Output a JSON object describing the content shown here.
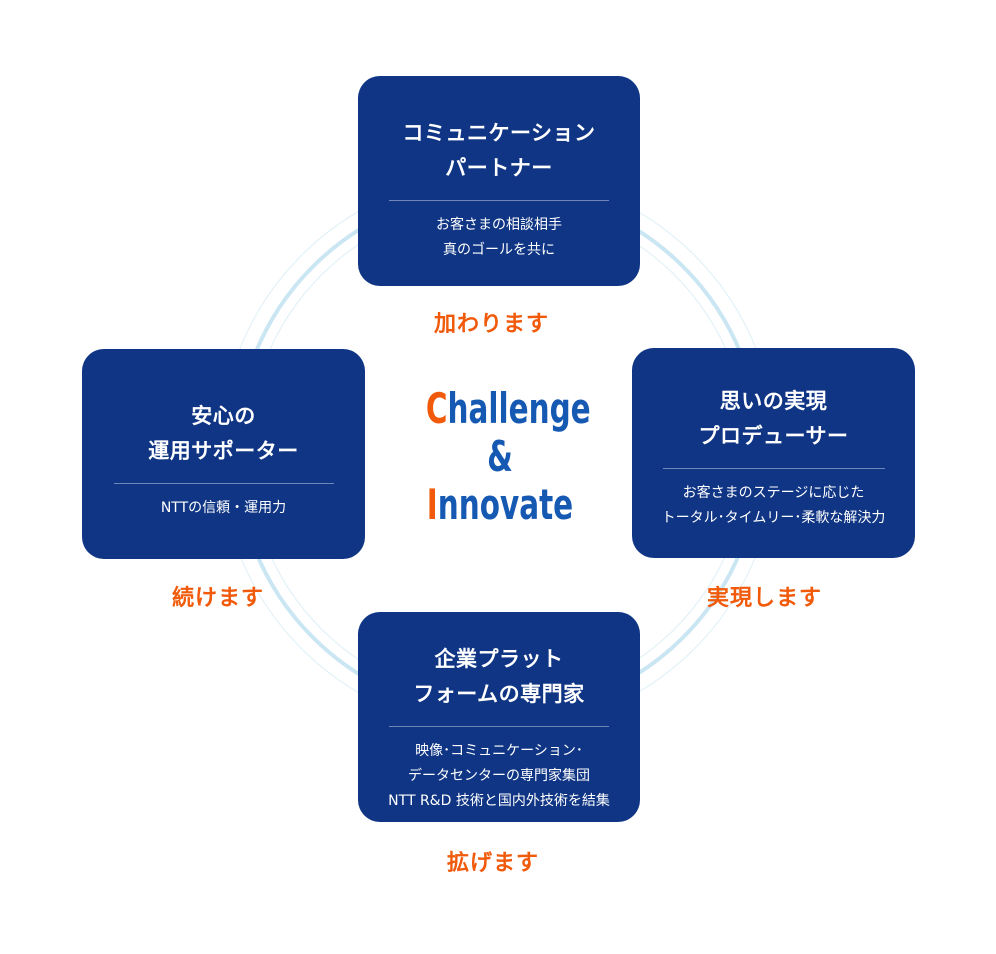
{
  "center": {
    "line1_initial": "C",
    "line1_rest": "hallenge",
    "line2": "&",
    "line3_initial": "I",
    "line3_rest": "nnovate"
  },
  "cards": {
    "top": {
      "title": "コミュニケーション\nパートナー",
      "description": "お客さまの相談相手\n真のゴールを共に",
      "verb": "加わります"
    },
    "left": {
      "title": "安心の\n運用サポーター",
      "description": "NTTの信頼・運用力",
      "verb": "続けます"
    },
    "right": {
      "title": "思いの実現\nプロデューサー",
      "description": "お客さまのステージに応じた\nトータル･タイムリー･柔軟な解決力",
      "verb": "実現します"
    },
    "bottom": {
      "title": "企業プラット\nフォームの専門家",
      "description": "映像･コミュニケーション･\nデータセンターの専門家集団\nNTT R&D 技術と国内外技術を結集",
      "verb": "拡げます"
    }
  },
  "colors": {
    "card_background": "#0f3584",
    "accent_orange": "#f05a0a",
    "center_blue": "#1559b3",
    "ring_light_blue": "#cbe6f3"
  }
}
